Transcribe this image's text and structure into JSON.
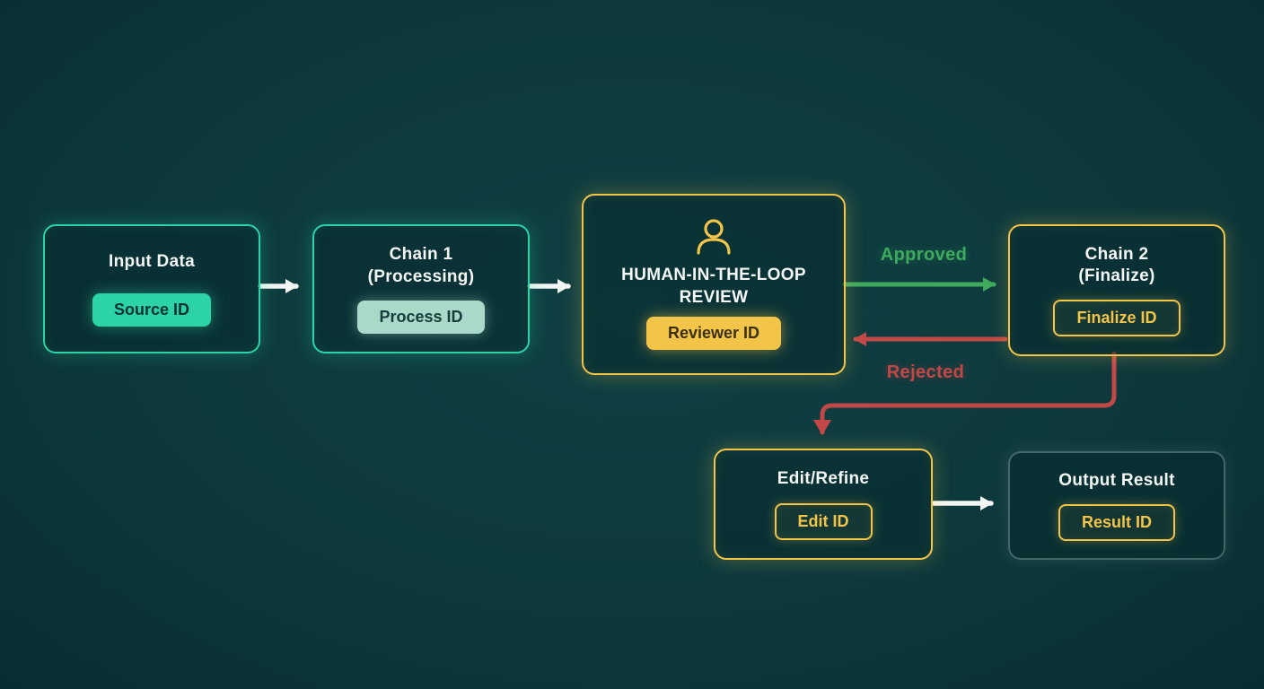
{
  "colors": {
    "bg": "#0d393c",
    "teal": "#2bd3a6",
    "yellow": "#f2c549",
    "green": "#3fa95e",
    "red": "#c24848",
    "white": "#f3f6f4"
  },
  "nodes": {
    "input": {
      "title": "Input Data",
      "badge": "Source ID"
    },
    "chain1": {
      "line1": "Chain 1",
      "line2": "(Processing)",
      "badge": "Process ID"
    },
    "review": {
      "line1": "HUMAN-IN-THE-LOOP",
      "line2": "REVIEW",
      "badge": "Reviewer ID",
      "icon": "person-icon"
    },
    "chain2": {
      "line1": "Chain 2",
      "line2": "(Finalize)",
      "badge": "Finalize ID"
    },
    "edit": {
      "title": "Edit/Refine",
      "badge": "Edit ID"
    },
    "output": {
      "title": "Output Result",
      "badge": "Result ID"
    }
  },
  "edges": {
    "approved": "Approved",
    "rejected": "Rejected"
  }
}
